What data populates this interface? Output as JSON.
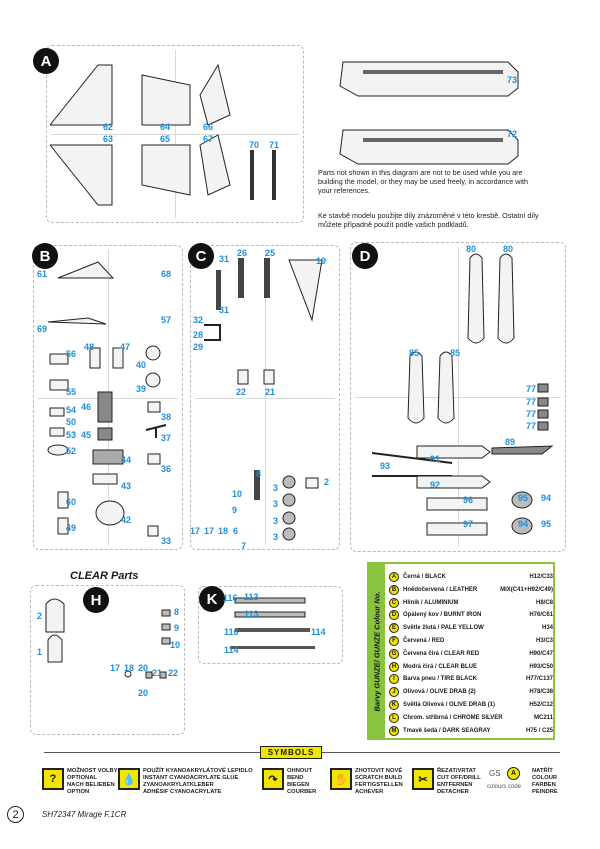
{
  "sections": {
    "a": "A",
    "b": "B",
    "c": "C",
    "d": "D",
    "h": "H",
    "k": "K",
    "clear_title": "CLEAR Parts"
  },
  "parts": {
    "a": [
      "62",
      "63",
      "64",
      "65",
      "66",
      "67",
      "70",
      "71",
      "72",
      "73"
    ],
    "b": [
      "61",
      "68",
      "69",
      "57",
      "56",
      "48",
      "47",
      "40",
      "55",
      "39",
      "54",
      "46",
      "50",
      "38",
      "53",
      "45",
      "37",
      "52",
      "44",
      "36",
      "43",
      "60",
      "42",
      "49",
      "33"
    ],
    "c": [
      "26",
      "25",
      "19",
      "31",
      "31",
      "32",
      "28",
      "29",
      "22",
      "21",
      "8",
      "10",
      "9",
      "3",
      "3",
      "3",
      "3",
      "2",
      "17",
      "17",
      "18",
      "6",
      "7"
    ],
    "d": [
      "80",
      "80",
      "85",
      "85",
      "77",
      "77",
      "77",
      "77",
      "89",
      "91",
      "93",
      "92",
      "96",
      "95",
      "94",
      "97",
      "94",
      "95"
    ],
    "h": [
      "2",
      "1",
      "8",
      "9",
      "10",
      "17",
      "18",
      "20",
      "21",
      "22",
      "20"
    ],
    "k": [
      "116",
      "113",
      "113",
      "116",
      "114",
      "114"
    ]
  },
  "notes": {
    "en": "Parts not shown in this diagram are not to be used while you are building the model, or they may be used freely, in accordance with your references.",
    "cz": "Ke stavbě modelu použijte díly znázorněné v této kresbě. Ostatní díly můžete případně použít podle vašich podkladů."
  },
  "colours": {
    "panel_title": "Barvy GUNZE/ GUNZE Colour No.",
    "items": [
      {
        "icon": "A",
        "name": "Černá / BLACK",
        "code": "H12/C33"
      },
      {
        "icon": "B",
        "name": "Hnědočervená / LEATHER",
        "code": "MIX(C41+H92/C49)"
      },
      {
        "icon": "C",
        "name": "Hliník / ALUMINIUM",
        "code": "H8/C8"
      },
      {
        "icon": "D",
        "name": "Opálený kov / BURNT IRON",
        "code": "H76/C61"
      },
      {
        "icon": "E",
        "name": "Světle žlutá / PALE YELLOW",
        "code": "H34"
      },
      {
        "icon": "F",
        "name": "Červená / RED",
        "code": "H3/C3"
      },
      {
        "icon": "G",
        "name": "Červená čirá / CLEAR RED",
        "code": "H90/C47"
      },
      {
        "icon": "H",
        "name": "Modrá čirá / CLEAR BLUE",
        "code": "H93/C50"
      },
      {
        "icon": "I",
        "name": "Barva pneu / TIRE BLACK",
        "code": "H77/C137"
      },
      {
        "icon": "J",
        "name": "Olivová / OLIVE DRAB (2)",
        "code": "H78/C38"
      },
      {
        "icon": "K",
        "name": "Světlá Olivová / OLIVE DRAB (1)",
        "code": "H52/C12"
      },
      {
        "icon": "L",
        "name": "Chrom. stříbrná / CHROME SILVER",
        "code": "MC211"
      },
      {
        "icon": "M",
        "name": "Tmavě šedá / DARK SEAGRAY",
        "code": "H75 / C25"
      }
    ]
  },
  "symbols": {
    "title": "SYMBOLS",
    "items": [
      {
        "icon": "?",
        "text": "MOŽNOST VOLBY\nOPTIONAL\nNACH BELIEBEN\nOPTION"
      },
      {
        "icon": "💧",
        "text": "POUŽÍT KYANOAKRYLÁTOVÉ LEPIDLO\nINSTANT CYANOACRYLATE GLUE\nZYANOAKRYLATKLEBER\nADHÉSIF CYANOACRYLATE"
      },
      {
        "icon": "↷",
        "text": "OHNOUT\nBEND\nBIEGEN\nCOURBER"
      },
      {
        "icon": "✋",
        "text": "ZHOTOVIT NOVÉ\nSCRATCH BUILD\nFERTIGSTELLEN\nACHEVER"
      },
      {
        "icon": "✂",
        "text": "ŘEZAT/VRTAT\nCUT OFF/DRILL\nENTFERNEN\nDETACHER"
      }
    ],
    "gs_label": "GS",
    "gs_icon": "A",
    "gs_caption": "colours code",
    "gs_text": "NATŘÍT\nCOLOUR\nFARBEN\nPEINDRE"
  },
  "footer": {
    "page_number": "2",
    "title": "SH72347 Mirage F.1CR"
  }
}
